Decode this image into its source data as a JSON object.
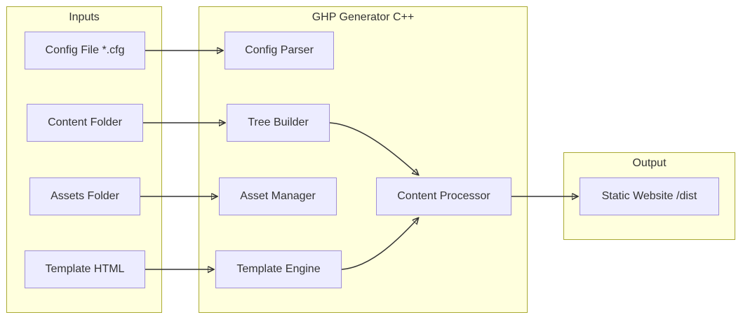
{
  "diagram": {
    "clusters": {
      "inputs": {
        "title": "Inputs"
      },
      "generator": {
        "title": "GHP Generator C++"
      },
      "output": {
        "title": "Output"
      }
    },
    "nodes": {
      "config_file": {
        "label": "Config File *.cfg"
      },
      "content_folder": {
        "label": "Content Folder"
      },
      "assets_folder": {
        "label": "Assets Folder"
      },
      "template_html": {
        "label": "Template HTML"
      },
      "config_parser": {
        "label": "Config Parser"
      },
      "tree_builder": {
        "label": "Tree Builder"
      },
      "asset_manager": {
        "label": "Asset Manager"
      },
      "content_processor": {
        "label": "Content Processor"
      },
      "template_engine": {
        "label": "Template Engine"
      },
      "static_website": {
        "label": "Static Website /dist"
      }
    },
    "edges": [
      {
        "from": "Config File *.cfg",
        "to": "Config Parser"
      },
      {
        "from": "Content Folder",
        "to": "Tree Builder"
      },
      {
        "from": "Assets Folder",
        "to": "Asset Manager"
      },
      {
        "from": "Template HTML",
        "to": "Template Engine"
      },
      {
        "from": "Tree Builder",
        "to": "Content Processor"
      },
      {
        "from": "Template Engine",
        "to": "Content Processor"
      },
      {
        "from": "Content Processor",
        "to": "Static Website /dist"
      }
    ],
    "colors": {
      "cluster_fill": "#ffffde",
      "cluster_border": "#aaaa33",
      "node_fill": "#ececff",
      "node_border": "#9370db",
      "edge": "#333333",
      "text": "#333333",
      "background": "#ffffff"
    }
  }
}
